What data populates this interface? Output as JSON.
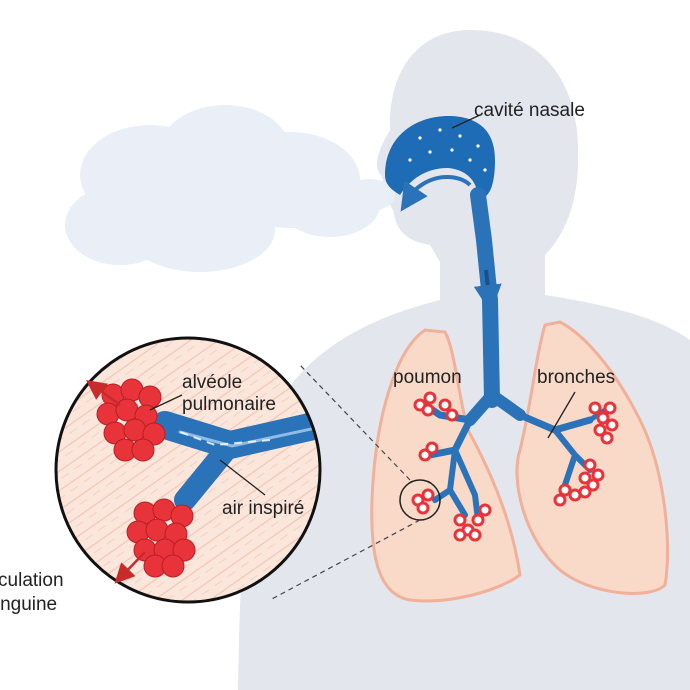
{
  "diagram": {
    "labels": {
      "nasal_cavity": "cavité nasale",
      "lung": "poumon",
      "bronchi": "bronches",
      "alveolus_line1": "alvéole",
      "alveolus_line2": "pulmonaire",
      "inhaled_air": "air inspiré",
      "circulation_line1": "circulation",
      "circulation_line2": "sanguine"
    },
    "colors": {
      "body_silhouette": "#e3e7ed",
      "airway_blue": "#2a73b9",
      "lung_pink": "#f9d9c8",
      "lung_edge": "#f0b09a",
      "alveolus_red": "#e8333a",
      "arrow_red": "#c92a2a",
      "magnifier_bg": "#fbe6db"
    }
  }
}
